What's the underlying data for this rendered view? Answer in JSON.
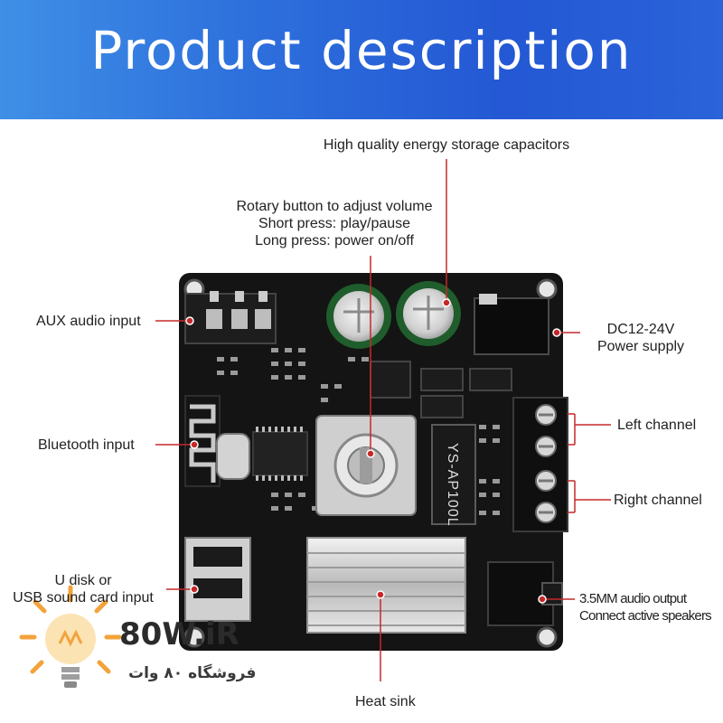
{
  "header": {
    "title": "Product description"
  },
  "labels": {
    "capacitors": "High quality energy storage capacitors",
    "rotary_line1": "Rotary button to adjust volume",
    "rotary_line2": "Short press: play/pause",
    "rotary_line3": "Long press: power on/off",
    "aux": "AUX audio input",
    "dc_line1": "DC12-24V",
    "dc_line2": "Power supply",
    "bluetooth": "Bluetooth input",
    "left_channel": "Left channel",
    "right_channel": "Right channel",
    "udisk_line1": "U disk or",
    "udisk_line2": "USB sound card input",
    "audio_out_line1": "3.5MM audio output",
    "audio_out_line2": "Connect active speakers",
    "heat_sink": "Heat sink"
  },
  "board": {
    "chip_marking": "YS-AP100L"
  },
  "logo": {
    "brand": "80W.iR",
    "tagline": "فروشگاه ۸۰ وات",
    "icon": "lightbulb-icon"
  },
  "colors": {
    "banner": "#2d6fdc",
    "pointer_line": "#c62828",
    "board": "#141414"
  }
}
